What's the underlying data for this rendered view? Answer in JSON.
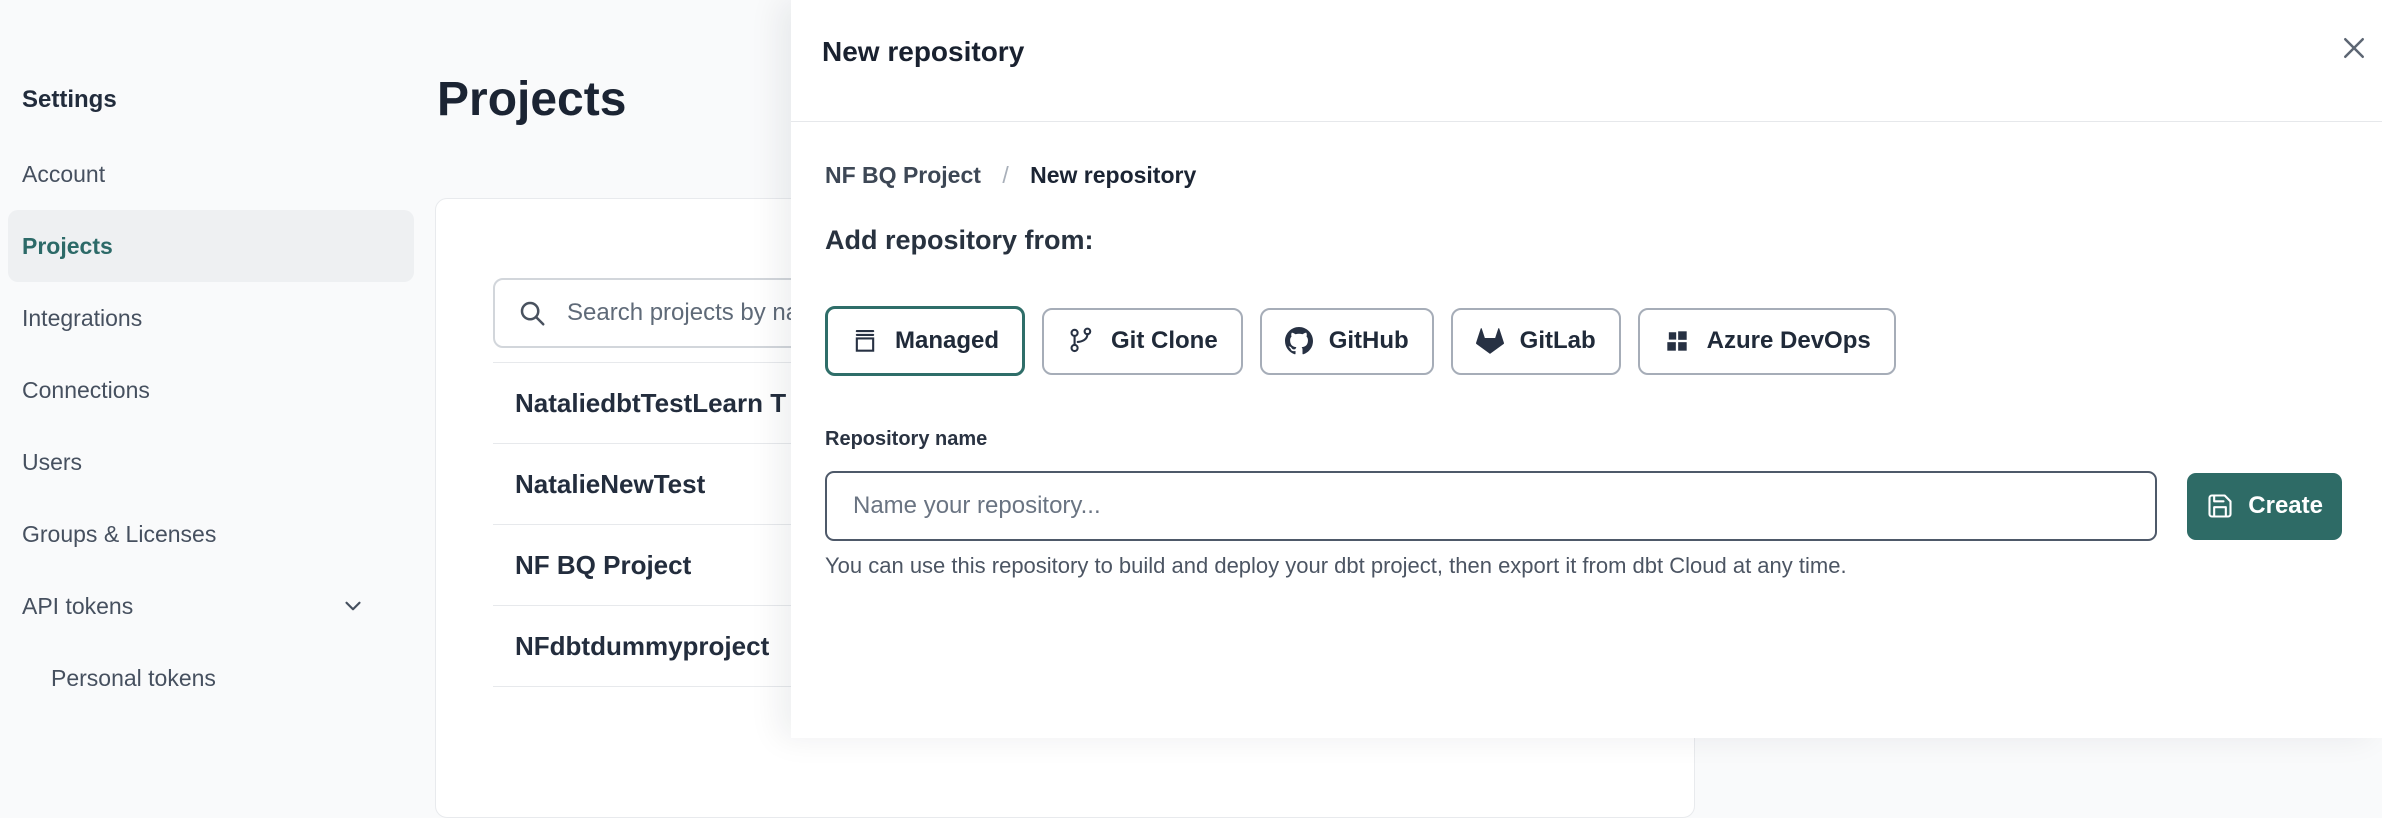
{
  "page": {
    "sidebar": {
      "title": "Settings",
      "items": [
        {
          "label": "Account"
        },
        {
          "label": "Projects",
          "selected": true
        },
        {
          "label": "Integrations"
        },
        {
          "label": "Connections"
        },
        {
          "label": "Users"
        },
        {
          "label": "Groups & Licenses"
        },
        {
          "label": "API tokens",
          "icon": "chevron-down-icon"
        },
        {
          "label": "Personal tokens",
          "indented": true
        }
      ]
    },
    "main": {
      "title": "Projects",
      "search": {
        "placeholder": "Search projects by name",
        "value": "",
        "icon": "search-icon"
      },
      "projects": [
        {
          "name": "NataliedbtTestLearn T"
        },
        {
          "name": "NatalieNewTest"
        },
        {
          "name": "NF BQ Project"
        },
        {
          "name": "NFdbtdummyproject"
        }
      ]
    }
  },
  "modal": {
    "title": "New repository",
    "close_icon": "close-icon",
    "breadcrumb": {
      "parent": "NF BQ Project",
      "separator": "/",
      "current": "New repository"
    },
    "section_heading": "Add repository from:",
    "source_options": [
      {
        "label": "Managed",
        "icon": "repository-icon",
        "selected": true
      },
      {
        "label": "Git Clone",
        "icon": "git-branch-icon",
        "selected": false
      },
      {
        "label": "GitHub",
        "icon": "github-icon",
        "selected": false
      },
      {
        "label": "GitLab",
        "icon": "gitlab-icon",
        "selected": false
      },
      {
        "label": "Azure DevOps",
        "icon": "azure-devops-icon",
        "selected": false
      }
    ],
    "form": {
      "name_label": "Repository name",
      "name_placeholder": "Name your repository...",
      "name_value": "",
      "create_label": "Create",
      "create_icon": "save-icon",
      "help_text": "You can use this repository to build and deploy your dbt project, then export it from dbt Cloud at any time."
    }
  },
  "colors": {
    "accent_teal": "#2e6b66",
    "selected_border_teal": "#2f6e69",
    "sidebar_selected_text": "#2c6a68",
    "heading_navy": "#1b2433",
    "page_background": "#f9fafb",
    "icon_navy": "#273143",
    "divider": "#e7e9ec"
  }
}
